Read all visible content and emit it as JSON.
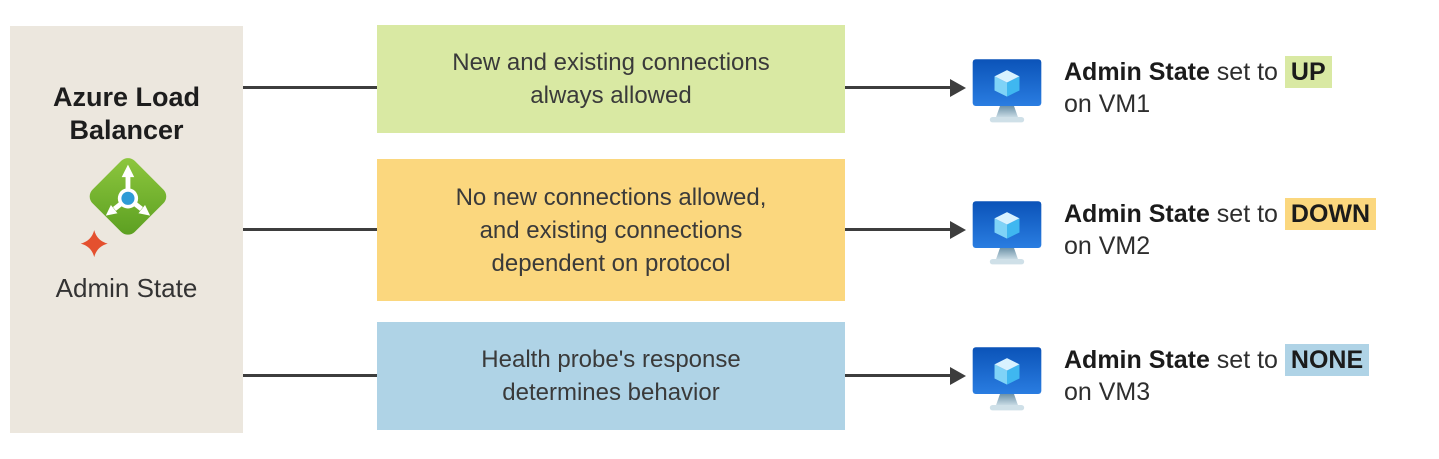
{
  "panel": {
    "title": "Azure Load Balancer",
    "label": "Admin State",
    "bg_color": "#ECE7DE"
  },
  "icons": {
    "load_balancer": "azure-load-balancer-icon",
    "sparkle": "sparkle-icon",
    "vm": "virtual-machine-icon",
    "arrow": "arrowhead-icon"
  },
  "arrow_color": "#3D3D3D",
  "rows": [
    {
      "box_text": "New and existing connections\nalways allowed",
      "box_color": "#D9E9A3",
      "label_bold": "Admin State",
      "label_mid": " set to ",
      "label_value": "UP",
      "label_line2": "on VM1",
      "highlight_color": "#D9E9A3"
    },
    {
      "box_text": "No new connections allowed,\nand existing connections\ndependent on protocol",
      "box_color": "#FBD77E",
      "label_bold": "Admin State",
      "label_mid": " set to ",
      "label_value": "DOWN",
      "label_line2": "on VM2",
      "highlight_color": "#FBD77E"
    },
    {
      "box_text": "Health probe's response\ndetermines behavior",
      "box_color": "#AFD3E6",
      "label_bold": "Admin State",
      "label_mid": " set to ",
      "label_value": "NONE",
      "label_line2": "on VM3",
      "highlight_color": "#AFD3E6"
    }
  ]
}
